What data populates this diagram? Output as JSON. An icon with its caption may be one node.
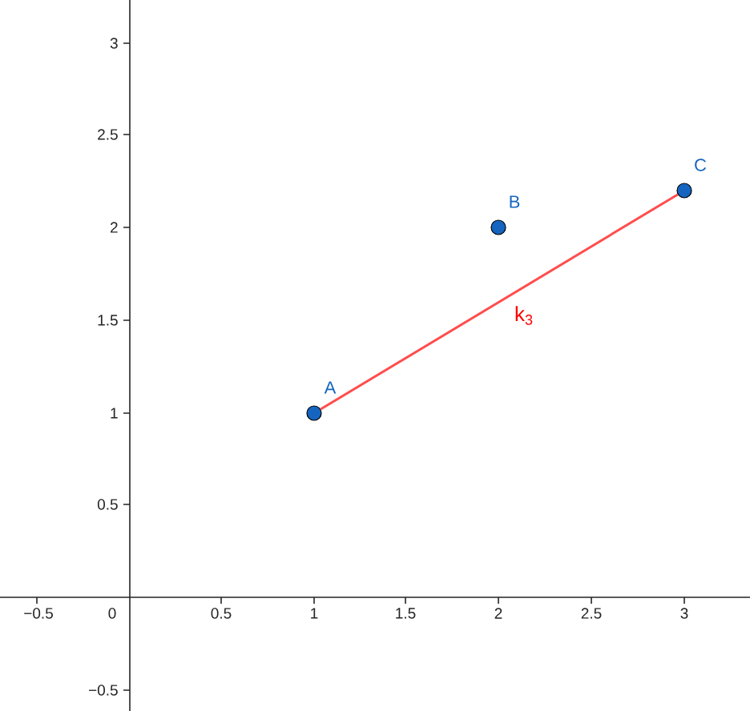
{
  "diagram": {
    "nodes": [
      {
        "text": [
          "A"
        ]
      },
      {
        "text": [
          "B"
        ]
      },
      {
        "text": [
          "C"
        ]
      }
    ],
    "edges": [
      {
        "from": 0,
        "to": 2,
        "arrow": "none",
        "label": "k$_{3}$"
      }
    ],
    "labels": [
      "3",
      "2.5",
      "2",
      "1.5",
      "1",
      "0.5",
      "−0.5",
      "0",
      "0.5",
      "1",
      "1.5",
      "2",
      "2.5",
      "3",
      "−0.5"
    ]
  }
}
